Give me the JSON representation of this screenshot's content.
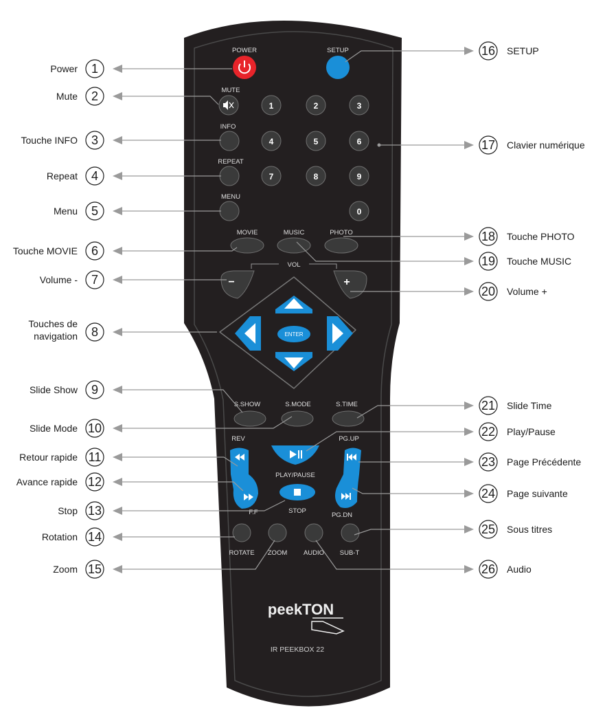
{
  "colors": {
    "remote_body": "#231f20",
    "power_button": "#e8242a",
    "setup_button": "#1a8fd8",
    "nav_blue": "#1a8fd8",
    "leader_line": "#9a9a9a"
  },
  "remote": {
    "brand": "peekTON",
    "model": "IR PEEKBOX 22",
    "labels": {
      "power": "POWER",
      "setup": "SETUP",
      "mute": "MUTE",
      "info": "INFO",
      "repeat": "REPEAT",
      "menu": "MENU",
      "movie": "MOVIE",
      "music": "MUSIC",
      "photo": "PHOTO",
      "vol": "VOL",
      "vol_minus": "−",
      "vol_plus": "+",
      "enter": "ENTER",
      "sshow": "S.SHOW",
      "smode": "S.MODE",
      "stime": "S.TIME",
      "rev": "REV",
      "ff": "F.F",
      "play_pause": "PLAY/PAUSE",
      "stop": "STOP",
      "pgup": "PG.UP",
      "pgdn": "PG.DN",
      "rotate": "ROTATE",
      "zoom": "ZOOM",
      "audio": "AUDIO",
      "subt": "SUB-T"
    },
    "digits": [
      "1",
      "2",
      "3",
      "4",
      "5",
      "6",
      "7",
      "8",
      "9",
      "0"
    ]
  },
  "callouts_left": [
    {
      "n": "1",
      "label": "Power"
    },
    {
      "n": "2",
      "label": "Mute"
    },
    {
      "n": "3",
      "label": "Touche INFO"
    },
    {
      "n": "4",
      "label": "Repeat"
    },
    {
      "n": "5",
      "label": "Menu"
    },
    {
      "n": "6",
      "label": "Touche MOVIE"
    },
    {
      "n": "7",
      "label": "Volume -"
    },
    {
      "n": "8",
      "label_line1": "Touches de",
      "label_line2": "navigation"
    },
    {
      "n": "9",
      "label": "Slide Show"
    },
    {
      "n": "10",
      "label": "Slide Mode"
    },
    {
      "n": "11",
      "label": "Retour rapide"
    },
    {
      "n": "12",
      "label": "Avance rapide"
    },
    {
      "n": "13",
      "label": "Stop"
    },
    {
      "n": "14",
      "label": "Rotation"
    },
    {
      "n": "15",
      "label": "Zoom"
    }
  ],
  "callouts_right": [
    {
      "n": "16",
      "label": "SETUP"
    },
    {
      "n": "17",
      "label": "Clavier numérique"
    },
    {
      "n": "18",
      "label": "Touche PHOTO"
    },
    {
      "n": "19",
      "label": "Touche MUSIC"
    },
    {
      "n": "20",
      "label": "Volume +"
    },
    {
      "n": "21",
      "label": "Slide Time"
    },
    {
      "n": "22",
      "label": "Play/Pause"
    },
    {
      "n": "23",
      "label": "Page Précédente"
    },
    {
      "n": "24",
      "label": "Page suivante"
    },
    {
      "n": "25",
      "label": "Sous titres"
    },
    {
      "n": "26",
      "label": "Audio"
    }
  ]
}
